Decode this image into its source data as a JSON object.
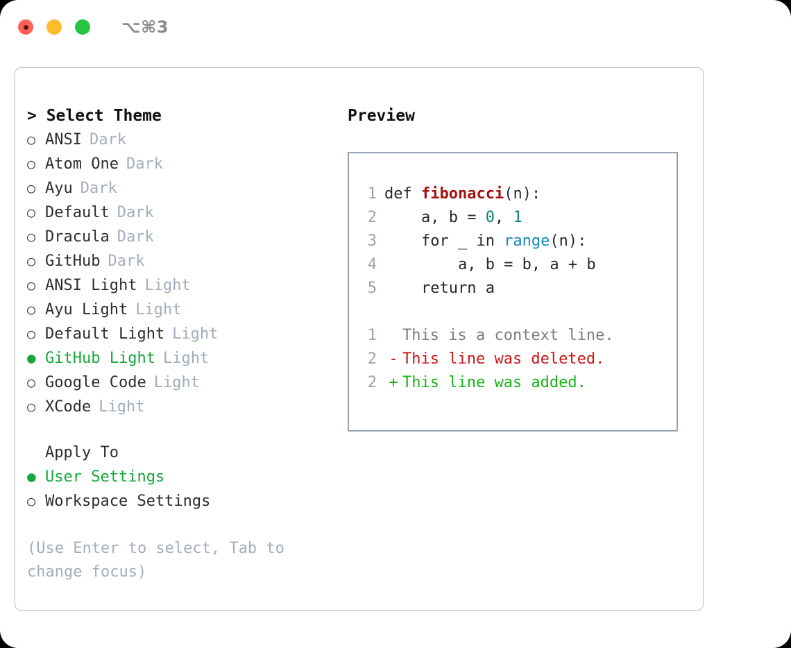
{
  "titlebar": {
    "shortcut": "⌥⌘3",
    "buttons": [
      "close",
      "minimize",
      "maximize"
    ]
  },
  "theme_picker": {
    "header": "> Select Theme",
    "options": [
      {
        "bullet": "○",
        "label": "ANSI",
        "tag": "Dark",
        "selected": false
      },
      {
        "bullet": "○",
        "label": "Atom One",
        "tag": "Dark",
        "selected": false
      },
      {
        "bullet": "○",
        "label": "Ayu",
        "tag": "Dark",
        "selected": false
      },
      {
        "bullet": "○",
        "label": "Default",
        "tag": "Dark",
        "selected": false
      },
      {
        "bullet": "○",
        "label": "Dracula",
        "tag": "Dark",
        "selected": false
      },
      {
        "bullet": "○",
        "label": "GitHub",
        "tag": "Dark",
        "selected": false
      },
      {
        "bullet": "○",
        "label": "ANSI Light",
        "tag": "Light",
        "selected": false
      },
      {
        "bullet": "○",
        "label": "Ayu Light",
        "tag": "Light",
        "selected": false
      },
      {
        "bullet": "○",
        "label": "Default Light",
        "tag": "Light",
        "selected": false
      },
      {
        "bullet": "●",
        "label": "GitHub Light",
        "tag": "Light",
        "selected": true
      },
      {
        "bullet": "○",
        "label": "Google Code",
        "tag": "Light",
        "selected": false
      },
      {
        "bullet": "○",
        "label": "XCode",
        "tag": "Light",
        "selected": false
      }
    ]
  },
  "apply_to": {
    "header": "Apply To",
    "options": [
      {
        "bullet": "●",
        "label": "User Settings",
        "selected": true
      },
      {
        "bullet": "○",
        "label": "Workspace Settings",
        "selected": false
      }
    ]
  },
  "hint": "(Use Enter to select, Tab to\nchange focus)",
  "preview": {
    "header": "Preview",
    "code_lines": [
      {
        "no": "1",
        "tokens": [
          {
            "t": "def ",
            "k": "plain"
          },
          {
            "t": "fibonacci",
            "k": "fn"
          },
          {
            "t": "(n):",
            "k": "plain"
          }
        ]
      },
      {
        "no": "2",
        "tokens": [
          {
            "t": "    a, b = ",
            "k": "plain"
          },
          {
            "t": "0",
            "k": "num"
          },
          {
            "t": ", ",
            "k": "plain"
          },
          {
            "t": "1",
            "k": "num"
          }
        ]
      },
      {
        "no": "3",
        "tokens": [
          {
            "t": "    for _ in ",
            "k": "plain"
          },
          {
            "t": "range",
            "k": "call"
          },
          {
            "t": "(n):",
            "k": "plain"
          }
        ]
      },
      {
        "no": "4",
        "tokens": [
          {
            "t": "        a, b = b, a + b",
            "k": "plain"
          }
        ]
      },
      {
        "no": "5",
        "tokens": [
          {
            "t": "    return a",
            "k": "plain"
          }
        ]
      }
    ],
    "diff_lines": [
      {
        "no": "1",
        "mark": " ",
        "text": "This is a context line.",
        "kind": "context"
      },
      {
        "no": "2",
        "mark": "-",
        "text": "This line was deleted.",
        "kind": "del"
      },
      {
        "no": "2",
        "mark": "+",
        "text": "This line was added.",
        "kind": "add"
      }
    ]
  },
  "colors": {
    "selected_green": "#15a83c",
    "muted_gray": "#a3adbb",
    "border": "#97a3b3",
    "diff_add": "#16b516",
    "diff_del": "#cc1616",
    "syntax_function": "#a2120f",
    "syntax_number": "#0e8076",
    "syntax_call": "#1289b8"
  }
}
